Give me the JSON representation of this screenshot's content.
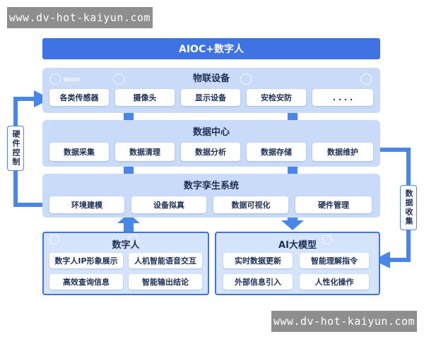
{
  "watermark_text": "www.dv-hot-kaiyun.com",
  "top_bar": "AIOC+数字人",
  "iot": {
    "title": "物联设备",
    "items": [
      "各类传感器",
      "摄像头",
      "显示设备",
      "安检安防",
      ". . . ."
    ]
  },
  "data_center": {
    "title": "数据中心",
    "items": [
      "数据采集",
      "数据清理",
      "数据分析",
      "数据存储",
      "数据维护"
    ]
  },
  "twin": {
    "title": "数字孪生系统",
    "items": [
      "环境建模",
      "设备拟真",
      "数据可视化",
      "硬件管理"
    ]
  },
  "digital_human": {
    "title": "数字人",
    "items": [
      "数字人IP形象展示",
      "人机智能语音交互",
      "高效查询信息",
      "智能输出结论"
    ]
  },
  "ai_model": {
    "title": "AI大模型",
    "items": [
      "实时数据更新",
      "智能理解指令",
      "外部信息引入",
      "人性化操作"
    ]
  },
  "side_left": "硬件控制",
  "side_right": "数据收集",
  "logo_text": "德科动力",
  "colors": {
    "accent": "#3f73e3",
    "arrow": "#4a86ea",
    "layer": "#c9dbf8",
    "text": "#1d2f56"
  }
}
